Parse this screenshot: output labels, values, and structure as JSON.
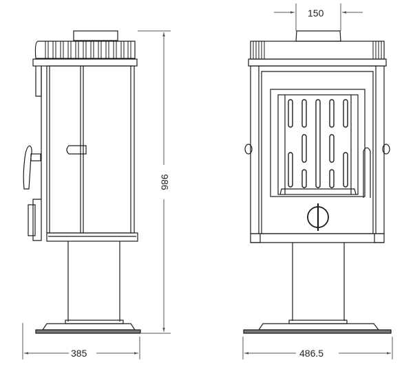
{
  "diagram": {
    "type": "technical-drawing",
    "subject": "pedestal wood stove",
    "views": [
      {
        "name": "side-view"
      },
      {
        "name": "front-view"
      }
    ],
    "dimensions": {
      "height": "986",
      "side_width": "385",
      "front_width": "486.5",
      "flue_diameter": "150"
    },
    "colors": {
      "line": "#1a1a1a",
      "dim_line": "#555555",
      "background": "#ffffff"
    }
  }
}
